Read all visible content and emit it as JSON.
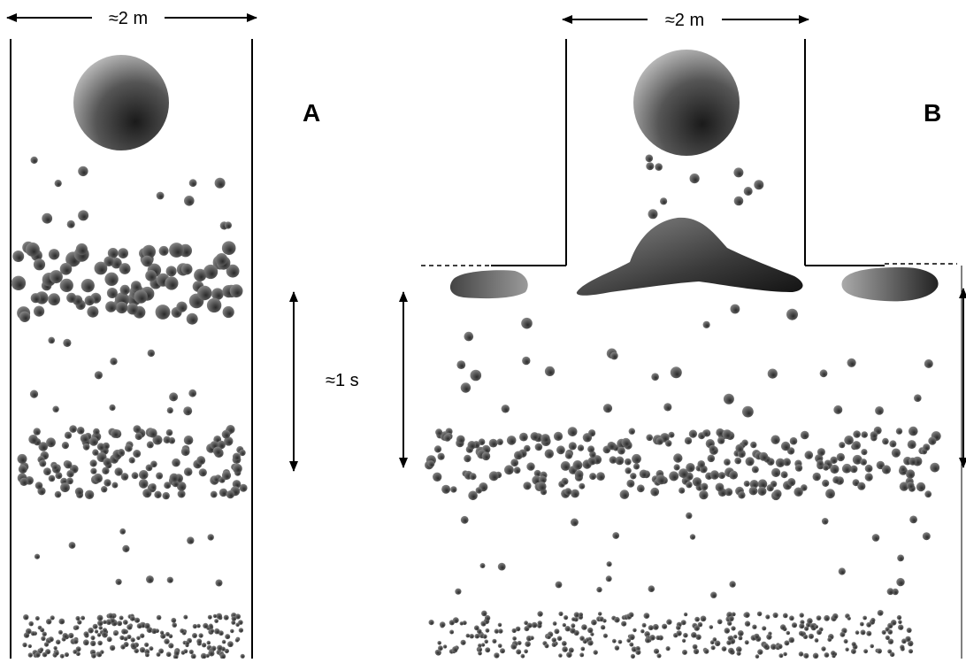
{
  "diagram": {
    "panels": [
      {
        "id": "A",
        "label": "A",
        "width_label": "≈2 m",
        "time_label": "≈1 s"
      },
      {
        "id": "B",
        "label": "B",
        "width_label": "≈2 m"
      }
    ]
  },
  "colors": {
    "ink": "#000000",
    "particle_dark": "#3a3a3a",
    "particle_light": "#9a9a9a",
    "background": "#ffffff"
  }
}
